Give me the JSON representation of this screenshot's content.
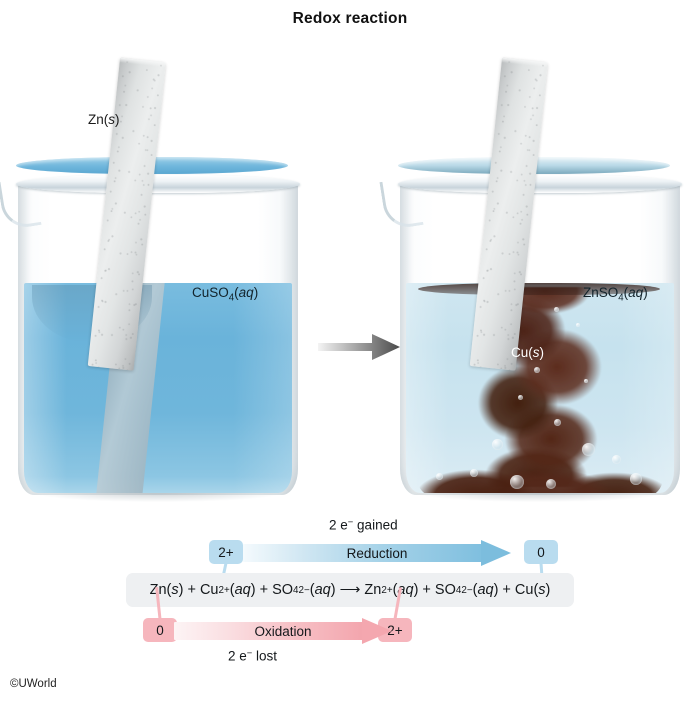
{
  "title": "Redox reaction",
  "scene": {
    "left_beaker": {
      "strip_label": "Zn(s)",
      "solution_label": "CuSO4(aq)",
      "solution_color": "#6ab3da",
      "strip_color": "#d8dbdc"
    },
    "right_beaker": {
      "solution_label": "ZnSO4(aq)",
      "precipitate_label": "Cu(s)",
      "solution_color": "#c6e2ee",
      "precipitate_color": "#4d2317"
    },
    "transition_arrow": {
      "name": "reaction-progress-arrow",
      "color_start": "#f2f2f2",
      "color_end": "#4a4a4a"
    }
  },
  "redox": {
    "equation": "Zn(s) + Cu2+(aq) + SO42-(aq) ⟶ Zn2+(aq) + SO42-(aq) + Cu(s)",
    "equation_box_color": "#eef0f2",
    "reduction": {
      "label": "Reduction",
      "electrons": "2 e− gained",
      "from_state": "2+",
      "to_state": "0",
      "color": "#7cbddd",
      "badge_color": "#b9dcef"
    },
    "oxidation": {
      "label": "Oxidation",
      "electrons": "2 e− lost",
      "from_state": "0",
      "to_state": "2+",
      "color": "#f4a7af",
      "badge_color": "#f6b6bd"
    }
  },
  "copyright": "©UWorld",
  "chart_data": {
    "type": "diagram",
    "title": "Redox reaction",
    "description": "Single-displacement redox reaction: a zinc strip placed in aqueous copper(II) sulfate produces aqueous zinc sulfate and solid copper.",
    "panels": [
      {
        "name": "before",
        "solution": "CuSO4(aq)",
        "solution_color": "#6ab3da",
        "metal": "Zn(s)",
        "state": "blue copper(II) sulfate solution with clean zinc strip"
      },
      {
        "name": "after",
        "solution": "ZnSO4(aq)",
        "solution_color": "#c6e2ee",
        "precipitate": "Cu(s)",
        "state": "nearly colorless zinc sulfate solution with dark reddish-brown copper deposit"
      }
    ],
    "half_reactions": [
      {
        "name": "Reduction",
        "species": "Cu",
        "electrons": 2,
        "direction": "gained",
        "oxidation_state_change": [
          "2+",
          "0"
        ],
        "color": "#7cbddd"
      },
      {
        "name": "Oxidation",
        "species": "Zn",
        "electrons": 2,
        "direction": "lost",
        "oxidation_state_change": [
          "0",
          "2+"
        ],
        "color": "#f4a7af"
      }
    ],
    "overall_equation": "Zn(s) + Cu2+(aq) + SO42-(aq) -> Zn2+(aq) + SO42-(aq) + Cu(s)"
  }
}
